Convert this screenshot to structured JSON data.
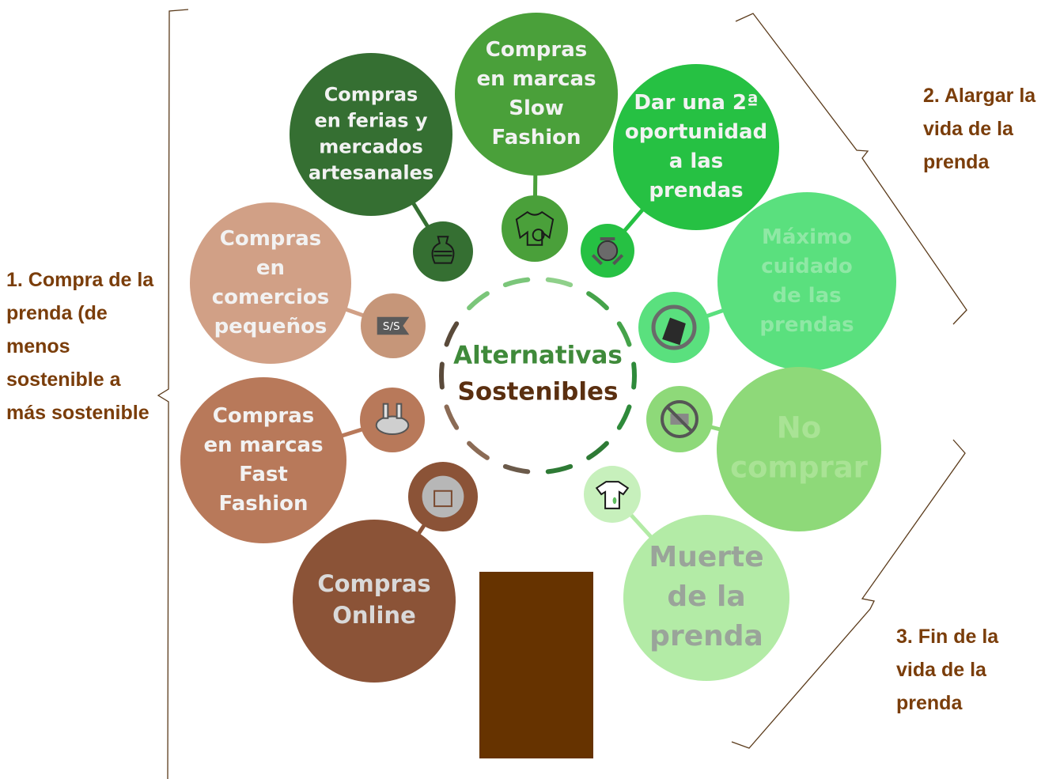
{
  "center": {
    "line1": "Alternativas",
    "line2": "Sostenibles"
  },
  "bubbles": [
    {
      "id": "online",
      "lines": [
        "Compras",
        "Online"
      ],
      "fill": "#8b5337",
      "text_color": "#d9d9d9",
      "icon": "shopping-bag-icon",
      "icon_fill": "#8b5337"
    },
    {
      "id": "fast-fashion",
      "lines": [
        "Compras",
        "en marcas",
        "Fast",
        "Fashion"
      ],
      "fill": "#b8795a",
      "text_color": "#f2f2f2",
      "icon": "fashion-pile-icon",
      "icon_fill": "#b8795a"
    },
    {
      "id": "comercios",
      "lines": [
        "Compras",
        "en",
        "comercios",
        "pequeños"
      ],
      "fill": "#d1a086",
      "text_color": "#f2f2f2",
      "icon": "shop-flag-icon",
      "icon_fill": "#c69679"
    },
    {
      "id": "ferias",
      "lines": [
        "Compras",
        "en ferias y",
        "mercados",
        "artesanales"
      ],
      "fill": "#356f32",
      "text_color": "#f2f2f2",
      "icon": "vase-icon",
      "icon_fill": "#356f32"
    },
    {
      "id": "slow-fashion",
      "lines": [
        "Compras",
        "en marcas",
        "Slow",
        "Fashion"
      ],
      "fill": "#4aa03a",
      "text_color": "#f2f2f2",
      "icon": "eco-sweater-icon",
      "icon_fill": "#4aa03a"
    },
    {
      "id": "segunda-oportunidad",
      "lines": [
        "Dar una 2ª",
        "oportunidad",
        "a las",
        "prendas"
      ],
      "fill": "#26c143",
      "text_color": "#f2f2f2",
      "icon": "recycle-globe-icon",
      "icon_fill": "#26c143"
    },
    {
      "id": "cuidado",
      "lines": [
        "Máximo",
        "cuidado",
        "de las",
        "prendas"
      ],
      "fill": "#5ae07e",
      "text_color": "#8fe8a5",
      "icon": "dress-hanger-icon",
      "icon_fill": "#5ae07e"
    },
    {
      "id": "no-comprar",
      "lines": [
        "No",
        "comprar"
      ],
      "fill": "#8ed979",
      "text_color": "#a9e395",
      "icon": "no-cart-icon",
      "icon_fill": "#8ed979"
    },
    {
      "id": "muerte",
      "lines": [
        "Muerte",
        "de la",
        "prenda"
      ],
      "fill": "#b3eba6",
      "text_color": "#9aa49a",
      "icon": "stained-shirt-icon",
      "icon_fill": "#c7f0bc"
    }
  ],
  "labels": {
    "left": "1. Compra de la prenda (de menos sostenible a más sostenible",
    "right_top": "2. Alargar la vida de la prenda",
    "right_bottom": "3. Fin de la vida de la prenda"
  },
  "colors": {
    "label_text": "#7a3d0a",
    "bracket": "#5a3a1a",
    "trunk": "#663300",
    "center_top_text": "#3f8a3a",
    "center_bottom_text": "#5a2f10"
  }
}
